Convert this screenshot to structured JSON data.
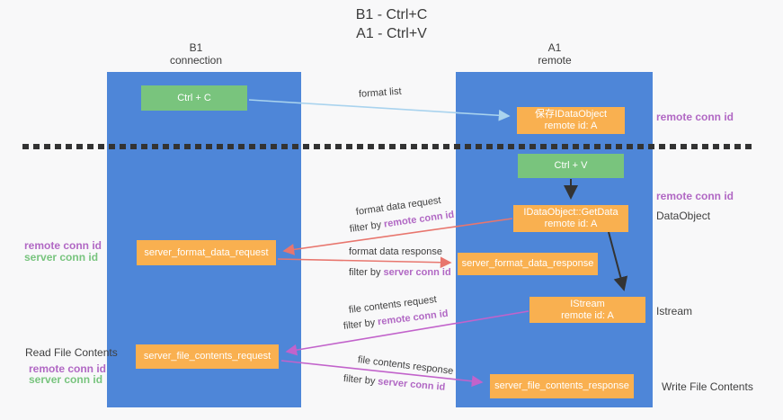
{
  "title": {
    "line1": "B1 - Ctrl+C",
    "line2": "A1 - Ctrl+V"
  },
  "columns": {
    "left": {
      "header_line1": "B1",
      "header_line2": "connection"
    },
    "right": {
      "header_line1": "A1",
      "header_line2": "remote"
    }
  },
  "nodes": {
    "ctrl_c": "Ctrl + C",
    "ctrl_v": "Ctrl + V",
    "save_dataobject_line1": "保存IDataObject",
    "save_dataobject_line2": "remote id: A",
    "getdata_line1": "IDataObject::GetData",
    "getdata_line2": "remote id: A",
    "istream_line1": "IStream",
    "istream_line2": "remote id: A",
    "format_request": "server_format_data_request",
    "format_response": "server_format_data_response",
    "file_request": "server_file_contents_request",
    "file_response": "server_file_contents_response"
  },
  "flows": {
    "format_list": "format list",
    "format_data_request": {
      "label": "format data request",
      "filter_prefix": "filter by",
      "filter_key": "remote conn id"
    },
    "format_data_response": {
      "label": "format data response",
      "filter_prefix": "filter by",
      "filter_key": "server conn id"
    },
    "file_contents_request": {
      "label": "file contents request",
      "filter_prefix": "filter by",
      "filter_key": "remote conn id"
    },
    "file_contents_response": {
      "label": "file contents response",
      "filter_prefix": "filter by",
      "filter_key": "server conn id"
    }
  },
  "side_labels": {
    "right_top_remote_conn_id": "remote conn id",
    "right_mid_remote_conn_id": "remote conn id",
    "dataobject": "DataObject",
    "istream": "Istream",
    "write_file_contents": "Write File Contents",
    "left_remote_conn_id": "remote conn id",
    "left_server_conn_id": "server conn id",
    "read_file_contents": "Read File Contents",
    "left_remote_conn_id_2": "remote conn id",
    "left_server_conn_id_2": "server conn id"
  },
  "colors": {
    "bg": "#f8f8f9",
    "column_blue": "#4e86d8",
    "box_green": "#79c47d",
    "box_orange": "#f9b050",
    "accent_purple": "#b168c4",
    "accent_green": "#78c47e",
    "arrow_lightblue": "#a9d3ee",
    "arrow_salmon": "#e8766e",
    "arrow_magenta": "#c263cb",
    "arrow_black": "#333333"
  }
}
